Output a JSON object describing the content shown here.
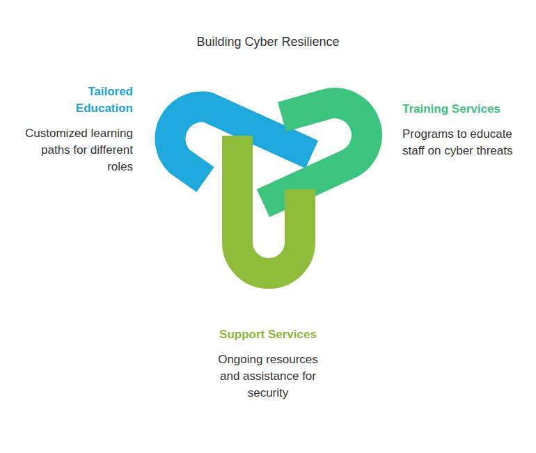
{
  "diagram": {
    "title": "Building Cyber Resilience",
    "nodes": [
      {
        "text": [
          "Tailored Education",
          "Customized learning paths for different roles"
        ]
      },
      {
        "text": [
          "Training Services",
          "Programs to educate staff on cyber threats"
        ]
      },
      {
        "text": [
          "Support Services",
          "Ongoing resources and assistance for security"
        ]
      }
    ]
  }
}
